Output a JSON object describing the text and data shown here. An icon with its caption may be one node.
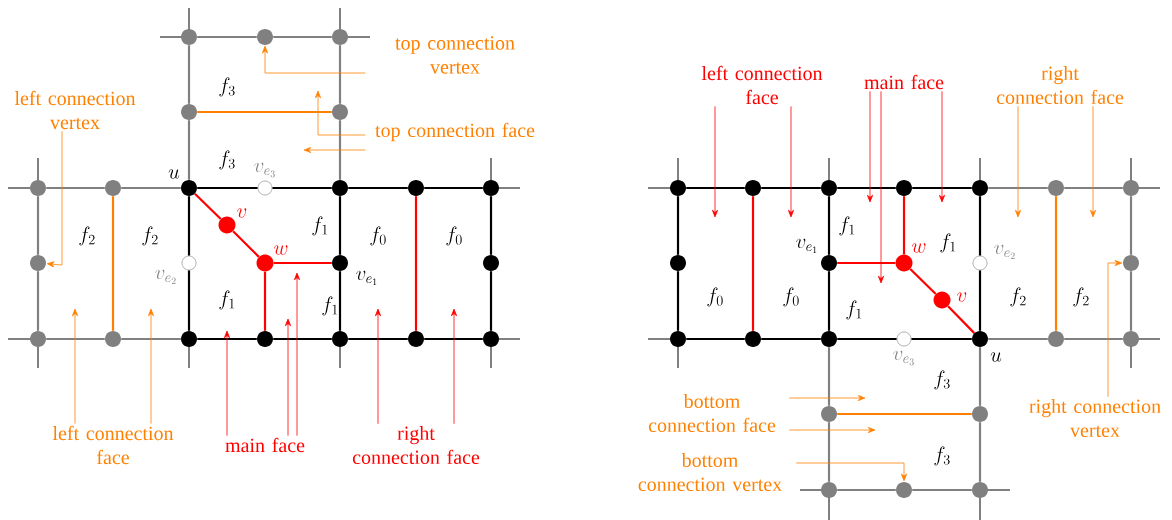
{
  "diagram": {
    "nodes": [
      {
        "text": [],
        "shape": "circle"
      },
      {
        "text": [],
        "shape": "circle"
      },
      {
        "text": [],
        "shape": "circle"
      },
      {
        "text": [],
        "shape": "circle"
      },
      {
        "text": [],
        "shape": "circle"
      },
      {
        "text": [],
        "shape": "circle"
      },
      {
        "text": [],
        "shape": "circle"
      },
      {
        "text": [],
        "shape": "circle",
        "beside": [
          "u"
        ]
      },
      {
        "text": [],
        "shape": "circle",
        "beside": [
          "v_{e_3}"
        ]
      },
      {
        "text": [],
        "shape": "circle"
      },
      {
        "text": [],
        "shape": "circle"
      },
      {
        "text": [],
        "shape": "circle"
      },
      {
        "text": [],
        "shape": "circle",
        "beside": [
          "v"
        ]
      },
      {
        "text": [],
        "shape": "circle"
      },
      {
        "text": [],
        "shape": "circle",
        "beside": [
          "v_{e_2}"
        ]
      },
      {
        "text": [],
        "shape": "circle",
        "beside": [
          "w"
        ]
      },
      {
        "text": [],
        "shape": "circle",
        "beside": [
          "v_{e_1}"
        ]
      },
      {
        "text": [],
        "shape": "circle"
      },
      {
        "text": [],
        "shape": "circle"
      },
      {
        "text": [],
        "shape": "circle"
      },
      {
        "text": [],
        "shape": "circle"
      },
      {
        "text": [],
        "shape": "circle"
      },
      {
        "text": [],
        "shape": "circle"
      },
      {
        "text": [],
        "shape": "circle"
      },
      {
        "text": [],
        "shape": "circle"
      },
      {
        "text": [
          "top connection vertex"
        ]
      },
      {
        "text": [
          "top connection face"
        ]
      },
      {
        "text": [
          "left connection vertex"
        ]
      },
      {
        "text": [
          "left connection face"
        ]
      },
      {
        "text": [
          "main face"
        ]
      },
      {
        "text": [
          "right connection face"
        ]
      },
      {
        "text": [],
        "shape": "circle"
      },
      {
        "text": [],
        "shape": "circle"
      },
      {
        "text": [],
        "shape": "circle"
      },
      {
        "text": [],
        "shape": "circle"
      },
      {
        "text": [],
        "shape": "circle"
      },
      {
        "text": [],
        "shape": "circle"
      },
      {
        "text": [],
        "shape": "circle"
      },
      {
        "text": [],
        "shape": "circle"
      },
      {
        "text": [],
        "shape": "circle",
        "beside": [
          "v_{e_1}"
        ]
      },
      {
        "text": [],
        "shape": "circle",
        "beside": [
          "w"
        ]
      },
      {
        "text": [],
        "shape": "circle",
        "beside": [
          "v_{e_2}"
        ]
      },
      {
        "text": [],
        "shape": "circle"
      },
      {
        "text": [],
        "shape": "circle",
        "beside": [
          "v"
        ]
      },
      {
        "text": [],
        "shape": "circle"
      },
      {
        "text": [],
        "shape": "circle"
      },
      {
        "text": [],
        "shape": "circle"
      },
      {
        "text": [],
        "shape": "circle",
        "beside": [
          "v_{e_3}"
        ]
      },
      {
        "text": [],
        "shape": "circle",
        "beside": [
          "u"
        ]
      },
      {
        "text": [],
        "shape": "circle"
      },
      {
        "text": [],
        "shape": "circle"
      },
      {
        "text": [],
        "shape": "circle"
      },
      {
        "text": [],
        "shape": "circle"
      },
      {
        "text": [],
        "shape": "circle"
      },
      {
        "text": [],
        "shape": "circle"
      },
      {
        "text": [],
        "shape": "circle"
      },
      {
        "text": [
          "left connection face"
        ]
      },
      {
        "text": [
          "main face"
        ]
      },
      {
        "text": [
          "right connection face"
        ]
      },
      {
        "text": [
          "bottom connection face"
        ]
      },
      {
        "text": [
          "right connection vertex"
        ]
      },
      {
        "text": [
          "bottom connection vertex"
        ]
      }
    ],
    "edges": [
      {
        "from": 0,
        "to": 1,
        "arrow": "none",
        "color": "#808080"
      },
      {
        "from": 1,
        "to": 2,
        "arrow": "none",
        "color": "#808080"
      },
      {
        "from": 0,
        "to": 3,
        "arrow": "none",
        "color": "#808080"
      },
      {
        "from": 2,
        "to": 4,
        "arrow": "none",
        "color": "#808080"
      },
      {
        "from": 3,
        "to": 4,
        "arrow": "none",
        "color": "#ff8000"
      },
      {
        "from": 3,
        "to": 7,
        "arrow": "none",
        "color": "#808080"
      },
      {
        "from": 4,
        "to": 9,
        "arrow": "none",
        "color": "#808080"
      },
      {
        "from": 5,
        "to": 6,
        "arrow": "none",
        "color": "#808080"
      },
      {
        "from": 6,
        "to": 7,
        "arrow": "none",
        "color": "#808080"
      },
      {
        "from": 7,
        "to": 8,
        "arrow": "none"
      },
      {
        "from": 8,
        "to": 9,
        "arrow": "none"
      },
      {
        "from": 9,
        "to": 10,
        "arrow": "none"
      },
      {
        "from": 10,
        "to": 11,
        "arrow": "none"
      },
      {
        "from": 5,
        "to": 13,
        "arrow": "none",
        "color": "#808080"
      },
      {
        "from": 13,
        "to": 18,
        "arrow": "none",
        "color": "#808080"
      },
      {
        "from": 6,
        "to": 19,
        "arrow": "none",
        "color": "#ff8000"
      },
      {
        "from": 7,
        "to": 14,
        "arrow": "none"
      },
      {
        "from": 14,
        "to": 20,
        "arrow": "none"
      },
      {
        "from": 7,
        "to": 12,
        "arrow": "none",
        "color": "#ff0000"
      },
      {
        "from": 12,
        "to": 15,
        "arrow": "none",
        "color": "#ff0000"
      },
      {
        "from": 15,
        "to": 16,
        "arrow": "none",
        "color": "#ff0000"
      },
      {
        "from": 15,
        "to": 21,
        "arrow": "none",
        "color": "#ff0000"
      },
      {
        "from": 9,
        "to": 16,
        "arrow": "none"
      },
      {
        "from": 16,
        "to": 22,
        "arrow": "none"
      },
      {
        "from": 10,
        "to": 23,
        "arrow": "none",
        "color": "#ff0000"
      },
      {
        "from": 11,
        "to": 17,
        "arrow": "none"
      },
      {
        "from": 17,
        "to": 24,
        "arrow": "none"
      },
      {
        "from": 18,
        "to": 19,
        "arrow": "none",
        "color": "#808080"
      },
      {
        "from": 19,
        "to": 20,
        "arrow": "none",
        "color": "#808080"
      },
      {
        "from": 20,
        "to": 21,
        "arrow": "none"
      },
      {
        "from": 21,
        "to": 22,
        "arrow": "none"
      },
      {
        "from": 22,
        "to": 23,
        "arrow": "none"
      },
      {
        "from": 23,
        "to": 24,
        "arrow": "none"
      },
      {
        "from": 31,
        "to": 32,
        "arrow": "none"
      },
      {
        "from": 32,
        "to": 33,
        "arrow": "none"
      },
      {
        "from": 33,
        "to": 34,
        "arrow": "none"
      },
      {
        "from": 34,
        "to": 35,
        "arrow": "none"
      },
      {
        "from": 35,
        "to": 36,
        "arrow": "none",
        "color": "#808080"
      },
      {
        "from": 36,
        "to": 37,
        "arrow": "none",
        "color": "#808080"
      },
      {
        "from": 31,
        "to": 38,
        "arrow": "none"
      },
      {
        "from": 38,
        "to": 44,
        "arrow": "none"
      },
      {
        "from": 32,
        "to": 45,
        "arrow": "none",
        "color": "#ff0000"
      },
      {
        "from": 33,
        "to": 39,
        "arrow": "none"
      },
      {
        "from": 39,
        "to": 46,
        "arrow": "none"
      },
      {
        "from": 34,
        "to": 40,
        "arrow": "none",
        "color": "#ff0000"
      },
      {
        "from": 39,
        "to": 40,
        "arrow": "none",
        "color": "#ff0000"
      },
      {
        "from": 40,
        "to": 43,
        "arrow": "none",
        "color": "#ff0000"
      },
      {
        "from": 43,
        "to": 48,
        "arrow": "none",
        "color": "#ff0000"
      },
      {
        "from": 35,
        "to": 41,
        "arrow": "none"
      },
      {
        "from": 41,
        "to": 48,
        "arrow": "none"
      },
      {
        "from": 36,
        "to": 49,
        "arrow": "none",
        "color": "#ff8000"
      },
      {
        "from": 37,
        "to": 42,
        "arrow": "none",
        "color": "#808080"
      },
      {
        "from": 42,
        "to": 50,
        "arrow": "none",
        "color": "#808080"
      },
      {
        "from": 44,
        "to": 45,
        "arrow": "none"
      },
      {
        "from": 45,
        "to": 46,
        "arrow": "none"
      },
      {
        "from": 46,
        "to": 47,
        "arrow": "none"
      },
      {
        "from": 47,
        "to": 48,
        "arrow": "none"
      },
      {
        "from": 48,
        "to": 49,
        "arrow": "none",
        "color": "#808080"
      },
      {
        "from": 49,
        "to": 50,
        "arrow": "none",
        "color": "#808080"
      },
      {
        "from": 46,
        "to": 51,
        "arrow": "none",
        "color": "#808080"
      },
      {
        "from": 51,
        "to": 53,
        "arrow": "none",
        "color": "#808080"
      },
      {
        "from": 48,
        "to": 52,
        "arrow": "none",
        "color": "#808080"
      },
      {
        "from": 52,
        "to": 55,
        "arrow": "none",
        "color": "#808080"
      },
      {
        "from": 51,
        "to": 52,
        "arrow": "none",
        "color": "#ff8000"
      },
      {
        "from": 53,
        "to": 54,
        "arrow": "none",
        "color": "#808080"
      },
      {
        "from": 54,
        "to": 55,
        "arrow": "none",
        "color": "#808080"
      },
      {
        "from": 25,
        "to": 1,
        "arrow": "to",
        "color": "#ff8000"
      },
      {
        "from": 26,
        "to": null,
        "arrow": "to",
        "color": "#ff8000"
      },
      {
        "from": 26,
        "to": null,
        "arrow": "to",
        "color": "#ff8000"
      },
      {
        "from": 27,
        "to": 13,
        "arrow": "to",
        "color": "#ff8000"
      },
      {
        "from": 28,
        "to": null,
        "arrow": "to",
        "color": "#ff8000"
      },
      {
        "from": 28,
        "to": null,
        "arrow": "to",
        "color": "#ff8000"
      },
      {
        "from": 29,
        "to": null,
        "arrow": "to",
        "color": "#ff0000"
      },
      {
        "from": 29,
        "to": null,
        "arrow": "to",
        "color": "#ff0000"
      },
      {
        "from": 29,
        "to": null,
        "arrow": "to",
        "color": "#ff0000"
      },
      {
        "from": 30,
        "to": null,
        "arrow": "to",
        "color": "#ff0000"
      },
      {
        "from": 30,
        "to": null,
        "arrow": "to",
        "color": "#ff0000"
      },
      {
        "from": 56,
        "to": null,
        "arrow": "to",
        "color": "#ff0000"
      },
      {
        "from": 56,
        "to": null,
        "arrow": "to",
        "color": "#ff0000"
      },
      {
        "from": 57,
        "to": null,
        "arrow": "to",
        "color": "#ff0000"
      },
      {
        "from": 57,
        "to": null,
        "arrow": "to",
        "color": "#ff0000"
      },
      {
        "from": 57,
        "to": null,
        "arrow": "to",
        "color": "#ff0000"
      },
      {
        "from": 58,
        "to": null,
        "arrow": "to",
        "color": "#ff8000"
      },
      {
        "from": 58,
        "to": null,
        "arrow": "to",
        "color": "#ff8000"
      },
      {
        "from": 59,
        "to": null,
        "arrow": "to",
        "color": "#ff8000"
      },
      {
        "from": 59,
        "to": null,
        "arrow": "to",
        "color": "#ff8000"
      },
      {
        "from": 60,
        "to": 42,
        "arrow": "to",
        "color": "#ff8000"
      },
      {
        "from": 61,
        "to": 54,
        "arrow": "to",
        "color": "#ff8000"
      }
    ],
    "labels": [
      "f_3",
      "f_3",
      "f_2",
      "f_2",
      "f_1",
      "f_0",
      "f_0",
      "f_1",
      "f_1",
      "f_1",
      "f_1",
      "f_0",
      "f_0",
      "f_1",
      "f_2",
      "f_2",
      "f_3",
      "f_3"
    ]
  }
}
